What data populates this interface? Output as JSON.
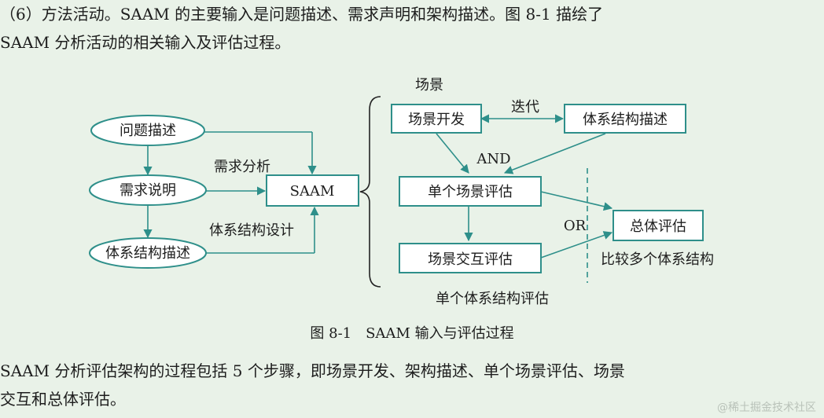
{
  "paragraphs": {
    "intro_line1": "（6）方法活动。SAAM 的主要输入是问题描述、需求声明和架构描述。图 8-1 描绘了",
    "intro_line2": "SAAM 分析活动的相关输入及评估过程。",
    "outro_line1": "SAAM 分析评估架构的过程包括 5 个步骤，即场景开发、架构描述、单个场景评估、场景",
    "outro_line2": "交互和总体评估。"
  },
  "diagram": {
    "nodes": {
      "problem_desc": "问题描述",
      "requirement_stmt": "需求说明",
      "arch_desc_left": "体系结构描述",
      "saam": "SAAM",
      "scenario_dev": "场景开发",
      "arch_desc_right": "体系结构描述",
      "single_scenario_eval": "单个场景评估",
      "scenario_interaction_eval": "场景交互评估",
      "overall_eval": "总体评估"
    },
    "labels": {
      "requirement_analysis": "需求分析",
      "arch_design": "体系结构设计",
      "scenario_group": "场景",
      "iteration": "迭代",
      "and": "AND",
      "or": "OR",
      "compare_multiple": "比较多个体系结构",
      "single_arch_eval": "单个体系结构评估"
    },
    "caption": "图 8-1　SAAM 输入与评估过程",
    "colors": {
      "stroke": "#2e8f8a",
      "background": "#e9f2e8"
    }
  },
  "watermark": "@稀土掘金技术社区"
}
